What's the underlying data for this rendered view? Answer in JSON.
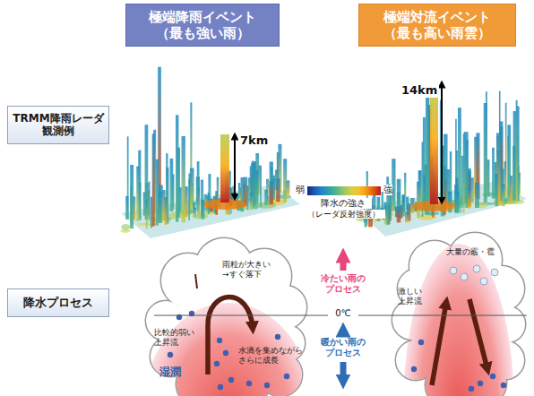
{
  "diagram": {
    "nodes": [
      {
        "text": [
          "極端降雨イベント （最も強い雨）"
        ]
      },
      {
        "text": [
          "極端対流イベント （最も高い雨雲）"
        ]
      },
      {
        "text": [
          "TRMM降雨レーダ 観測例"
        ]
      },
      {
        "text": [
          "降水プロセス"
        ]
      },
      {
        "text": [
          "雨粒が大きい →すぐ落下",
          "比較的弱い 上昇流",
          "湿潤",
          "水滴を集めながら さらに成長"
        ]
      },
      {
        "text": [
          "大量の霰・雹",
          "激しい 上昇流"
        ]
      }
    ],
    "labels": [
      "7km",
      "14km",
      "弱",
      "降水の強さ",
      "強",
      "（レーダ反射強度）",
      "冷たい雨の プロセス",
      "0℃",
      "暖かい雨の プロセス"
    ]
  }
}
